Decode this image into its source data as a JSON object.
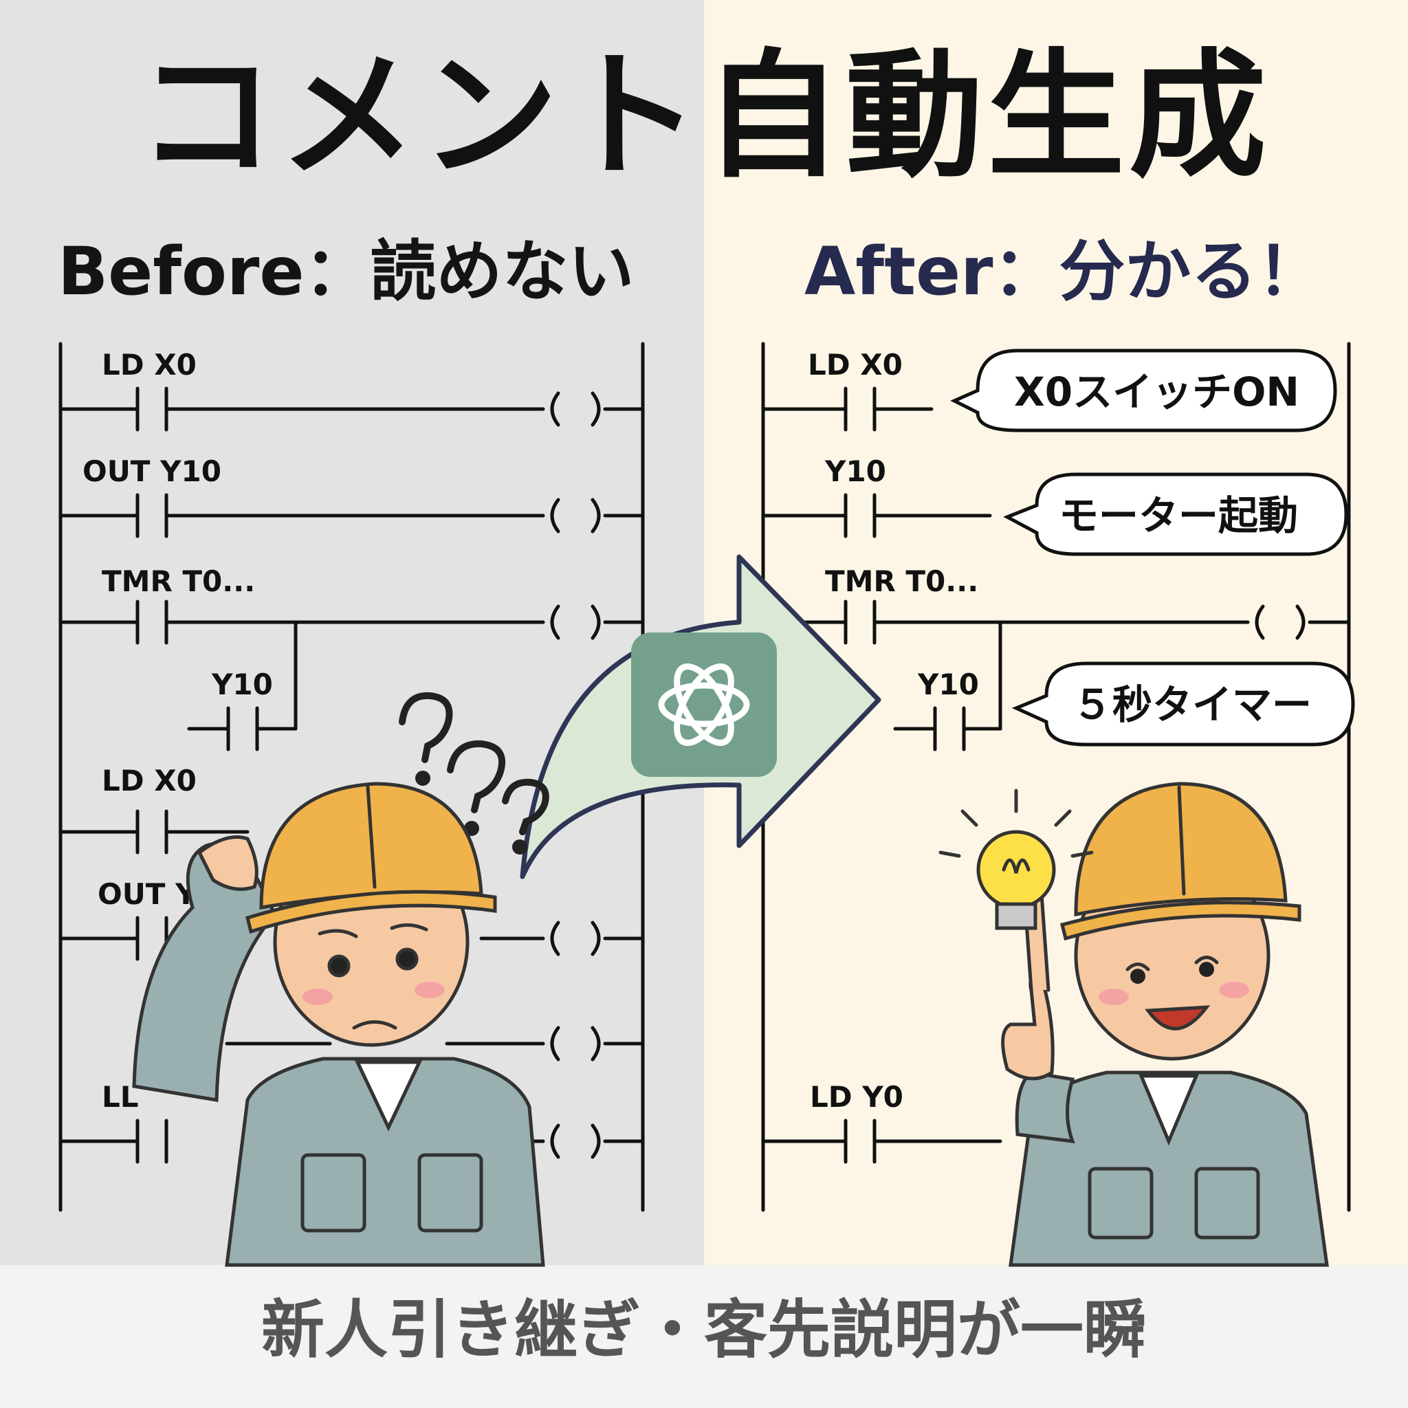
{
  "title": "コメント自動生成",
  "before_heading": "Before：読めない",
  "after_heading": "After：分かる！",
  "before_labels": [
    "LD X0",
    "OUT Y10",
    "TMR T0...",
    "Y10",
    "LD X0",
    "OUT Y",
    "LL"
  ],
  "after_labels": [
    "LD X0",
    "Y10",
    "TMR T0...",
    "Y10",
    "LD Y0"
  ],
  "after_comments": [
    "X0スイッチON",
    "モーター起動",
    "５秒タイマー"
  ],
  "footer": "新人引き継ぎ・客先説明が一瞬",
  "colors": {
    "before_bg": "#e3e3e3",
    "after_bg": "#fdf6e6",
    "after_heading": "#262a4f",
    "logo_bg": "#74a08c",
    "helmet": "#f0b24a",
    "uniform": "#9aafb0"
  },
  "icons": [
    "question-marks-icon",
    "openai-logo-icon",
    "arrow-icon",
    "light-bulb-icon"
  ]
}
